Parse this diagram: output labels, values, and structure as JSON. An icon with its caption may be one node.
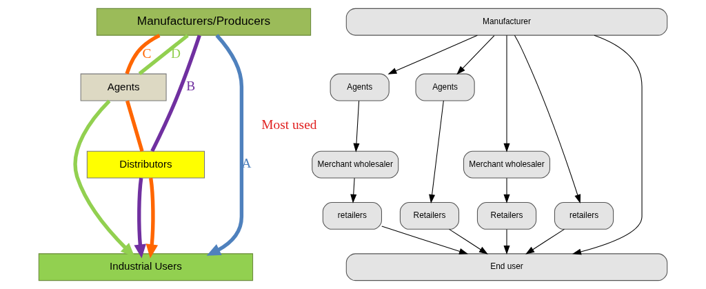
{
  "diagram": {
    "nodes": [
      {
        "text": [
          "Manufacturers/Producers"
        ]
      },
      {
        "text": [
          "Agents"
        ]
      },
      {
        "text": [
          "Distributors"
        ]
      },
      {
        "text": [
          "Industrial Users"
        ]
      },
      {
        "text": [
          "Manufacturer"
        ]
      },
      {
        "text": [
          "Agents"
        ]
      },
      {
        "text": [
          "Agents"
        ]
      },
      {
        "text": [
          "Merchant wholesaler"
        ]
      },
      {
        "text": [
          "Merchant wholesaler"
        ]
      },
      {
        "text": [
          "retailers"
        ]
      },
      {
        "text": [
          "Retailers"
        ]
      },
      {
        "text": [
          "retailers"
        ]
      },
      {
        "text": [
          "Retailers"
        ]
      },
      {
        "text": [
          "End user"
        ]
      }
    ],
    "edges": [
      {
        "from": 0,
        "to": 3,
        "arrow": "to",
        "label": "A",
        "color": "#4f81bd",
        "style": "thick"
      },
      {
        "from": 0,
        "to": 2,
        "arrow": "none",
        "label": "B",
        "color": "#7030a0",
        "style": "thick"
      },
      {
        "from": 2,
        "to": 3,
        "arrow": "to",
        "color": "#7030a0",
        "style": "thick"
      },
      {
        "from": 0,
        "to": 1,
        "arrow": "none",
        "label": "C",
        "color": "#ff6600",
        "style": "thick"
      },
      {
        "from": 1,
        "to": 2,
        "arrow": "none",
        "color": "#ff6600",
        "style": "thick"
      },
      {
        "from": 2,
        "to": 3,
        "arrow": "to",
        "color": "#ff6600",
        "style": "thick"
      },
      {
        "from": 0,
        "to": 1,
        "arrow": "none",
        "label": "D",
        "color": "#92d050",
        "style": "thick"
      },
      {
        "from": 1,
        "to": 3,
        "arrow": "to",
        "color": "#92d050",
        "style": "thick"
      },
      {
        "from": 4,
        "to": 13,
        "arrow": "to"
      },
      {
        "from": 4,
        "to": 9,
        "arrow": "to"
      },
      {
        "from": 9,
        "to": 13,
        "arrow": "to"
      },
      {
        "from": 4,
        "to": 7,
        "arrow": "to"
      },
      {
        "from": 7,
        "to": 10,
        "arrow": "to"
      },
      {
        "from": 10,
        "to": 13,
        "arrow": "to"
      },
      {
        "from": 4,
        "to": 5,
        "arrow": "to"
      },
      {
        "from": 5,
        "to": 8,
        "arrow": "to"
      },
      {
        "from": 8,
        "to": 11,
        "arrow": "to"
      },
      {
        "from": 11,
        "to": 13,
        "arrow": "to"
      },
      {
        "from": 4,
        "to": 6,
        "arrow": "to"
      },
      {
        "from": 6,
        "to": 12,
        "arrow": "to"
      },
      {
        "from": 12,
        "to": 13,
        "arrow": "to"
      }
    ],
    "labels": [
      "Most used"
    ]
  }
}
